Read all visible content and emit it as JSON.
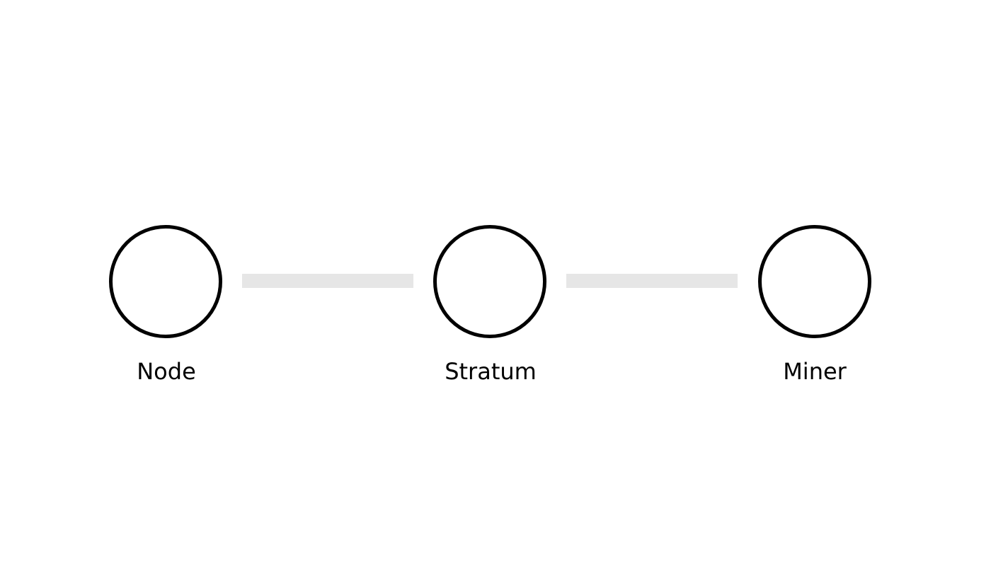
{
  "diagram": {
    "nodes": [
      {
        "id": "node",
        "label": "Node"
      },
      {
        "id": "stratum",
        "label": "Stratum"
      },
      {
        "id": "miner",
        "label": "Miner"
      }
    ],
    "edges": [
      {
        "from": "node",
        "to": "stratum"
      },
      {
        "from": "stratum",
        "to": "miner"
      }
    ],
    "colors": {
      "stroke": "#000000",
      "connector": "#e6e6e6",
      "background": "#ffffff"
    }
  }
}
